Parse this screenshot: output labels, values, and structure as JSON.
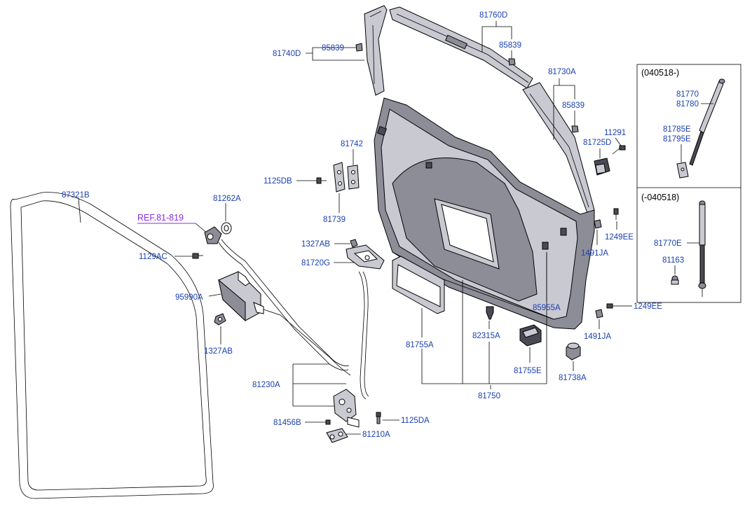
{
  "diagram": {
    "variant_labels": {
      "upper": "(040518-)",
      "lower": "(-040518)"
    },
    "ref_label": "REF.81-819",
    "labels": {
      "p87321B": "87321B",
      "p81262A": "81262A",
      "p1129AC": "1129AC",
      "p95990A": "95990A",
      "p1327AB_a": "1327AB",
      "p81230A": "81230A",
      "p81456B": "81456B",
      "p81210A": "81210A",
      "p1125DA": "1125DA",
      "p1327AB_b": "1327AB",
      "p81720G": "81720G",
      "p1125DB": "1125DB",
      "p81742": "81742",
      "p81739": "81739",
      "p81740D": "81740D",
      "p85839_a": "85839",
      "p81760D": "81760D",
      "p85839_b": "85839",
      "p81730A": "81730A",
      "p85839_c": "85839",
      "p11291": "11291",
      "p81725D": "81725D",
      "p1249EE_a": "1249EE",
      "p1491JA_a": "1491JA",
      "p85955A": "85955A",
      "p1249EE_b": "1249EE",
      "p1491JA_b": "1491JA",
      "p82315A": "82315A",
      "p81755A": "81755A",
      "p81755E": "81755E",
      "p81738A": "81738A",
      "p81750": "81750",
      "p81770": "81770",
      "p81780": "81780",
      "p81785E": "81785E",
      "p81795E": "81795E",
      "p81770E": "81770E",
      "p81163": "81163"
    }
  }
}
